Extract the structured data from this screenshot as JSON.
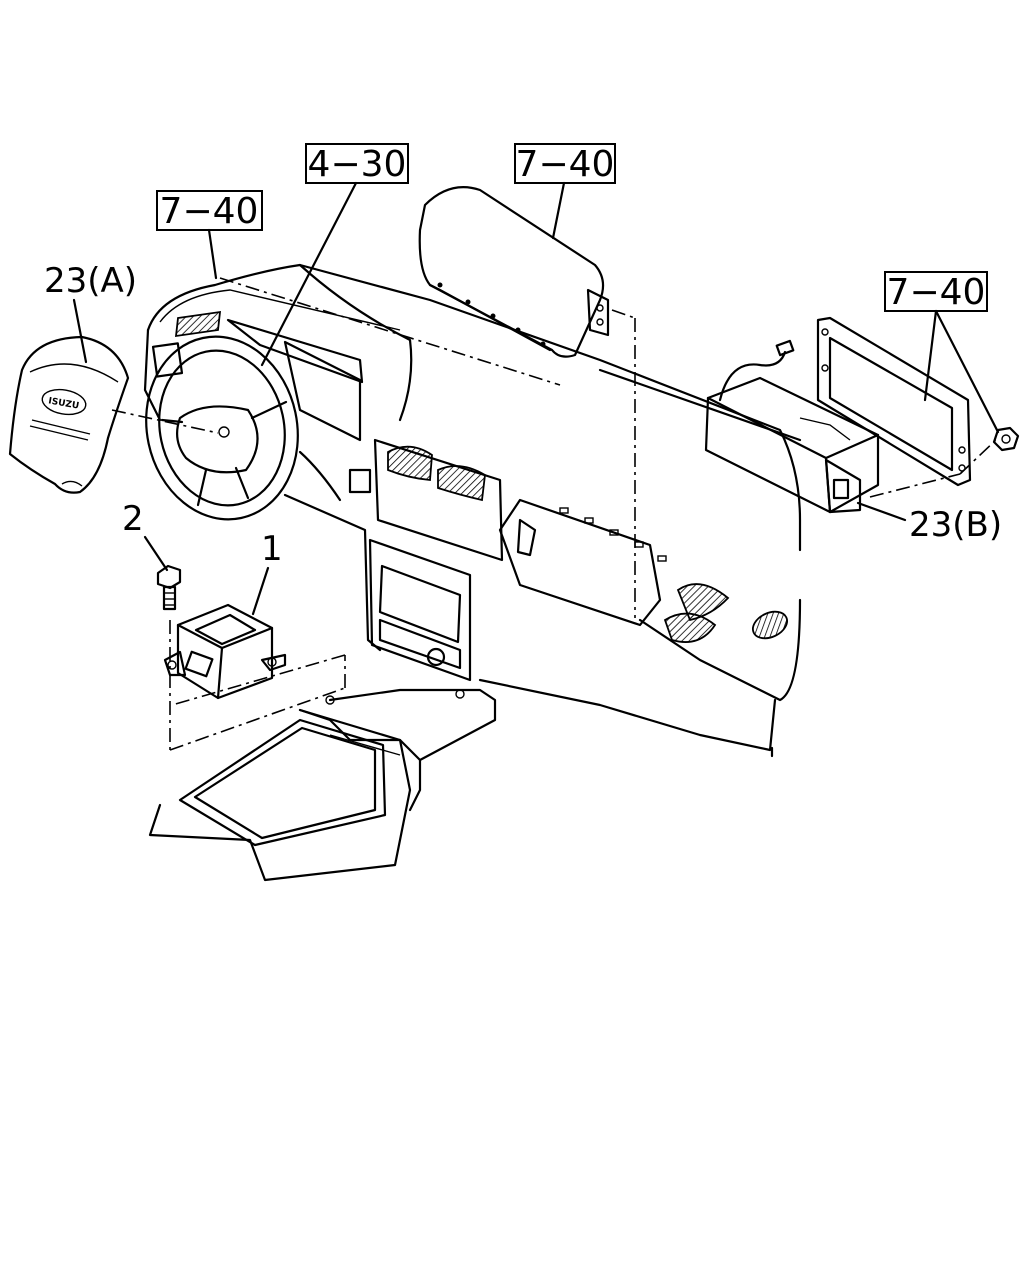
{
  "ref_boxes": [
    {
      "key": "ref-7-40-left",
      "text": "7−40"
    },
    {
      "key": "ref-4-30",
      "text": "4−30"
    },
    {
      "key": "ref-7-40-top",
      "text": "7−40"
    },
    {
      "key": "ref-7-40-right",
      "text": "7−40"
    }
  ],
  "callouts": {
    "steering_airbag": "23(A)",
    "bolt": "2",
    "sensor_module": "1",
    "passenger_airbag": "23(B)"
  },
  "logo_text": "ISUZU"
}
